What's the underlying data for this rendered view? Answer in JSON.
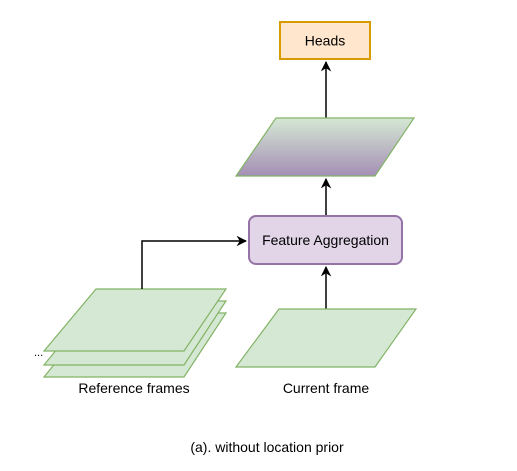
{
  "heads": {
    "label": "Heads",
    "fill": "#ffe6cc",
    "stroke": "#d79b00"
  },
  "aggregation": {
    "label": "Feature Aggregation",
    "fill": "#e1d5e7",
    "stroke": "#9673a6"
  },
  "frames": {
    "fill": "#d5e8d4",
    "stroke": "#82b366",
    "reference_label": "Reference frames",
    "current_label": "Current frame",
    "ellipsis": "..."
  },
  "fused_feature": {
    "gradient_top": "#d5e8d4",
    "gradient_bottom": "#a58fb5"
  },
  "caption": "(a). without location prior"
}
